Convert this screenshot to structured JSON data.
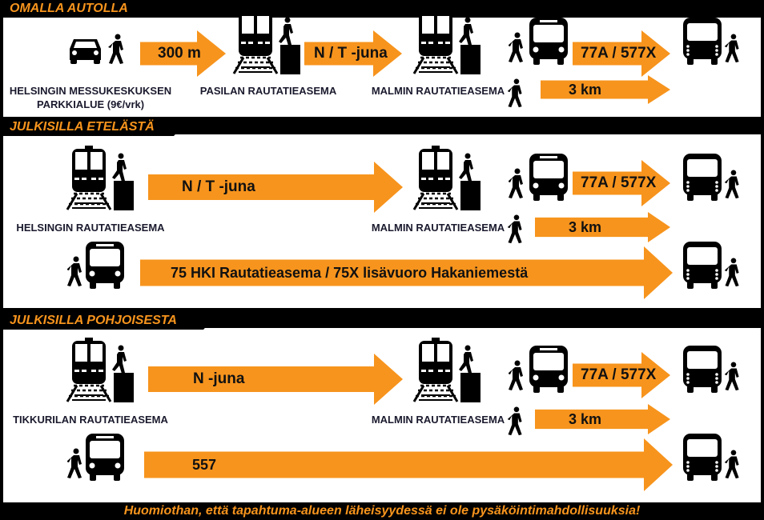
{
  "sections": [
    {
      "title": "OMALLA AUTOLLA",
      "labels": {
        "start_line1": "HELSINGIN MESSUKESKUKSEN",
        "start_line2": "PARKKIALUE (9€/vrk)",
        "transfer": "PASILAN RAUTATIEASEMA",
        "malmi": "MALMIN RAUTATIEASEMA"
      },
      "arrows": {
        "walk": "300 m",
        "train": "N  /  T -juna",
        "bus": "77A  /  577X",
        "km": "3  km"
      }
    },
    {
      "title": "JULKISILLA ETELÄSTÄ",
      "labels": {
        "start": "HELSINGIN RAUTATIEASEMA",
        "malmi": "MALMIN RAUTATIEASEMA"
      },
      "arrows": {
        "train": "N  /  T -juna",
        "bus": "77A  /  577X",
        "km": "3  km",
        "direct_bus": "75 HKI Rautatieasema  /  75X lisävuoro Hakaniemestä"
      }
    },
    {
      "title": "JULKISILLA POHJOISESTA",
      "labels": {
        "start": "TIKKURILAN RAUTATIEASEMA",
        "malmi": "MALMIN RAUTATIEASEMA"
      },
      "arrows": {
        "train": "N  -juna",
        "bus": "77A  /  577X",
        "km": "3  km",
        "direct_bus": "557"
      }
    }
  ],
  "footer": "Huomiothan, että tapahtuma-alueen läheisyydessä ei ole pysäköintimahdollisuuksia!",
  "colors": {
    "accent": "#f7941d",
    "background": "#000000",
    "panel": "#ffffff"
  }
}
